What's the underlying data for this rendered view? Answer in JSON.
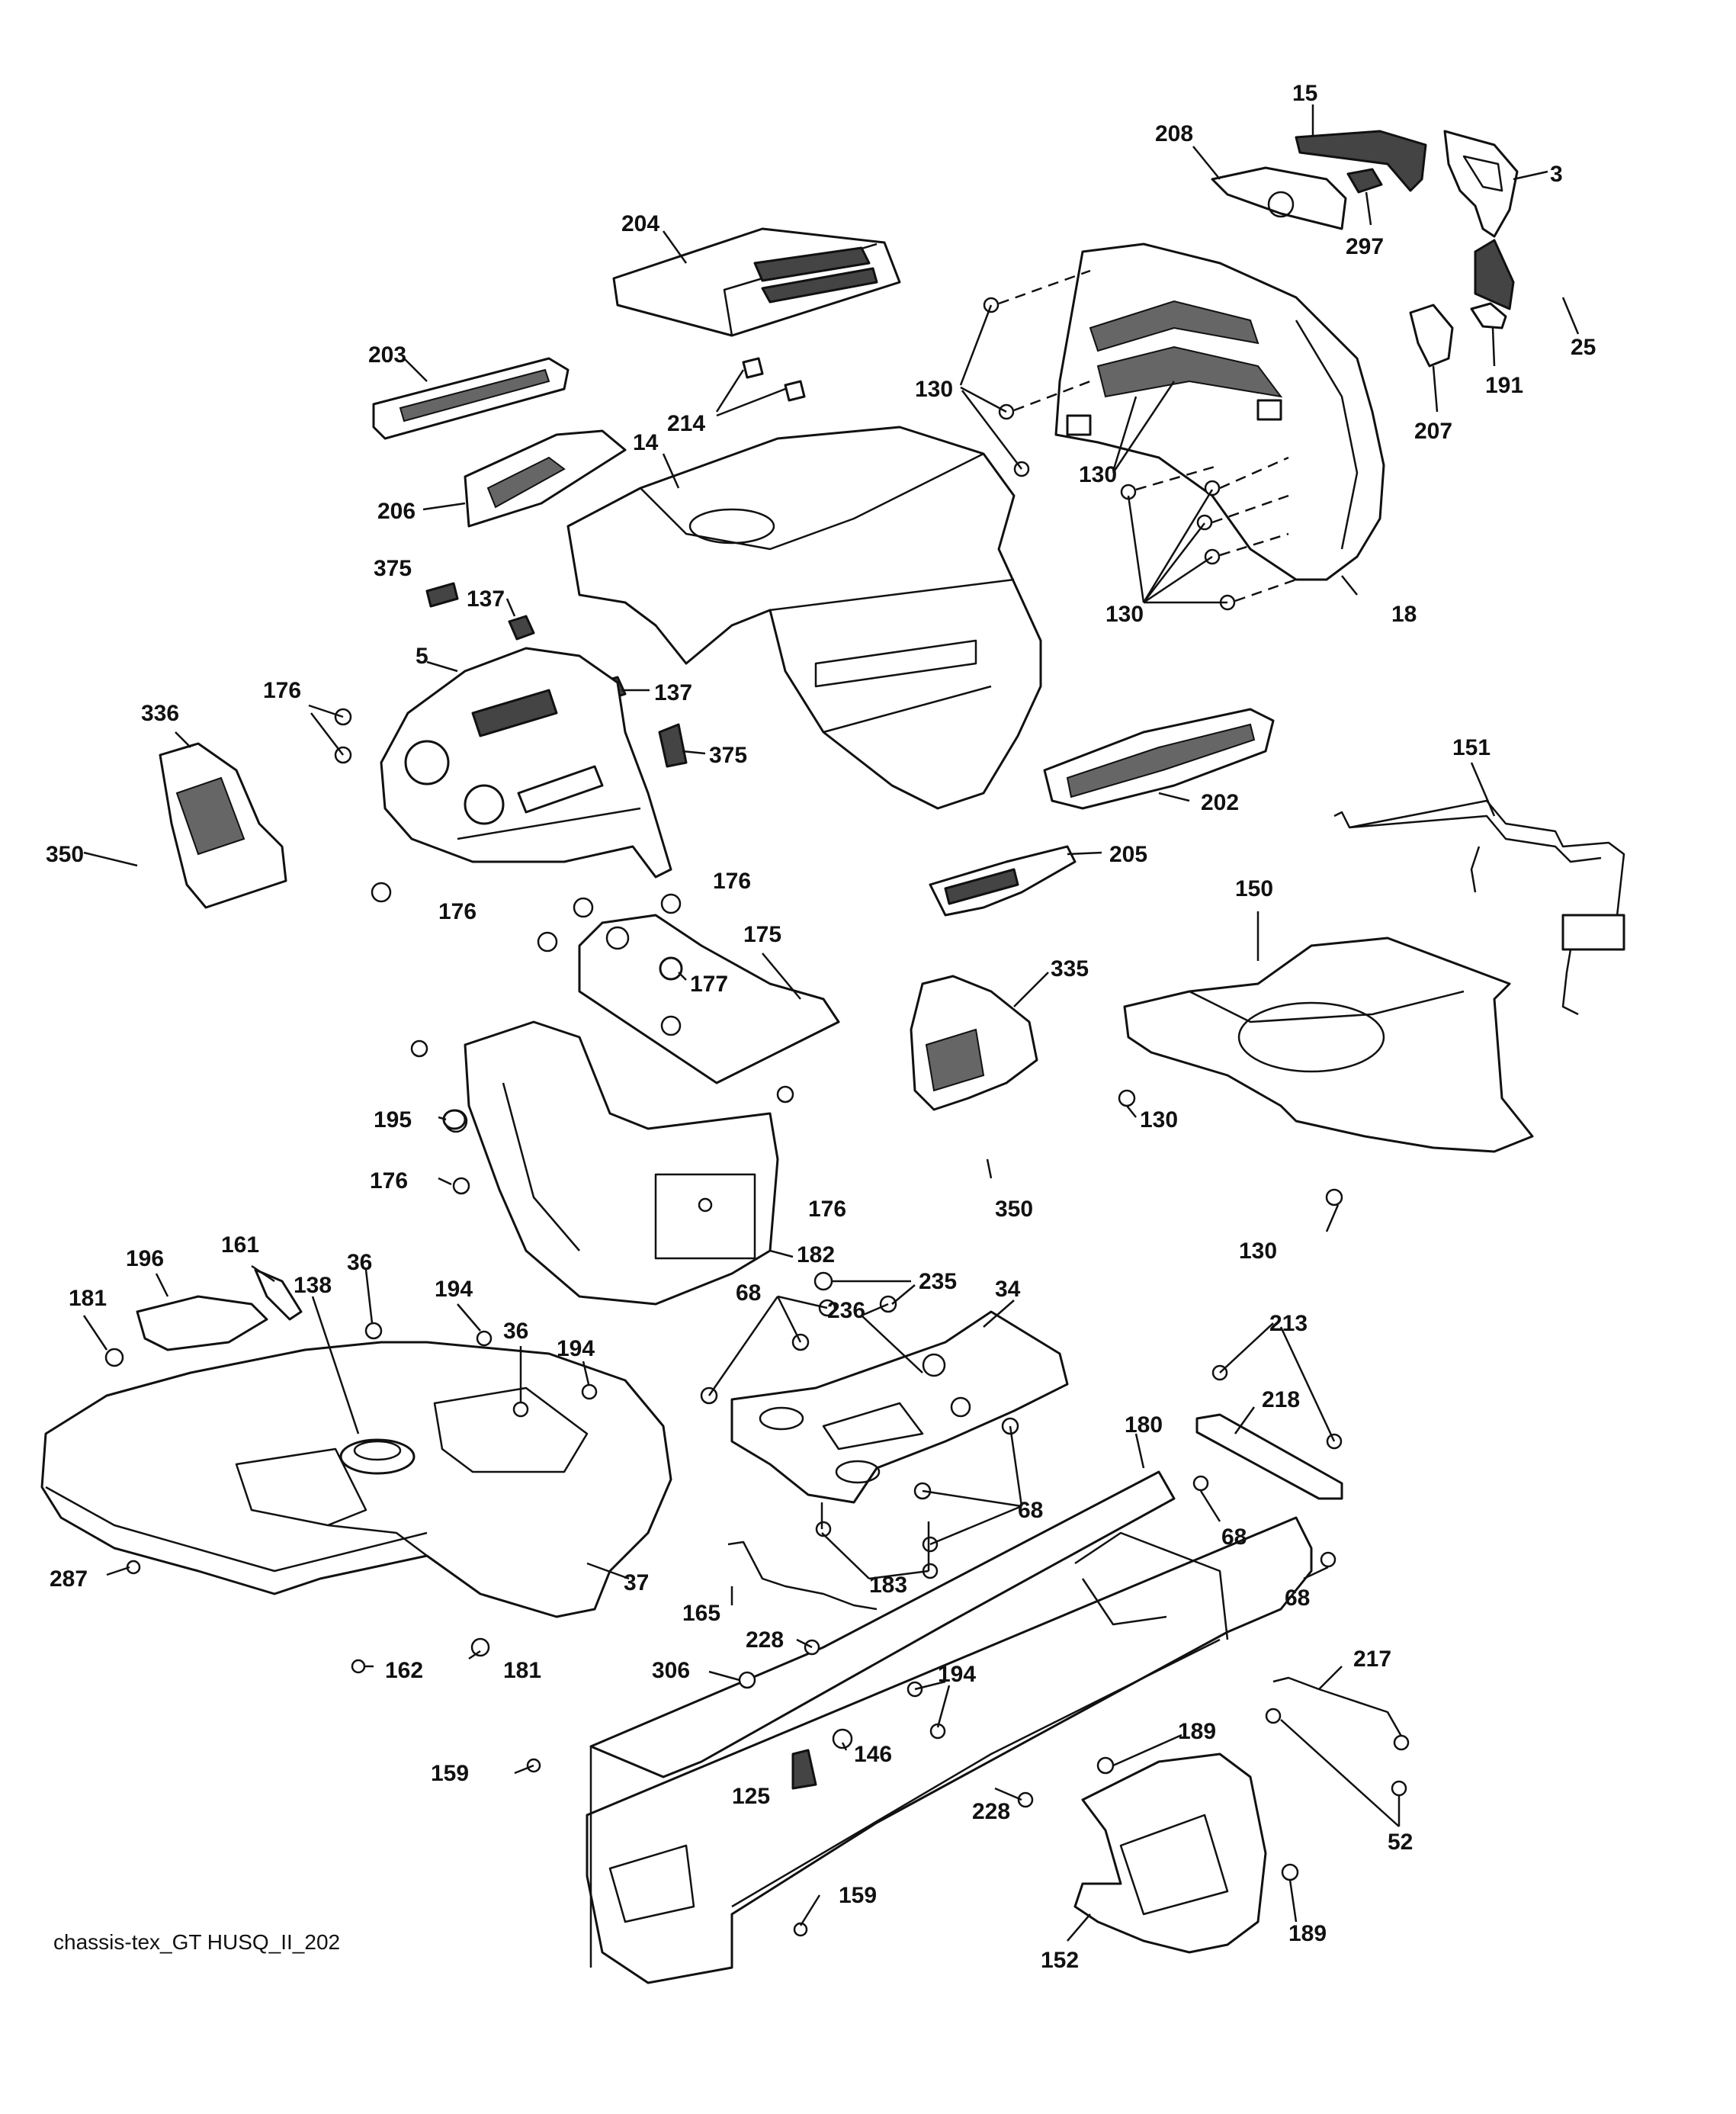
{
  "caption": "chassis-tex_GT HUSQ_II_202",
  "callouts": [
    "15",
    "208",
    "3",
    "297",
    "25",
    "204",
    "191",
    "207",
    "130",
    "203",
    "214",
    "14",
    "206",
    "18",
    "375",
    "137",
    "5",
    "176",
    "336",
    "350",
    "202",
    "151",
    "205",
    "150",
    "175",
    "177",
    "335",
    "195",
    "182",
    "161",
    "196",
    "36",
    "194",
    "235",
    "34",
    "68",
    "236",
    "213",
    "218",
    "138",
    "181",
    "180",
    "287",
    "37",
    "183",
    "165",
    "228",
    "306",
    "217",
    "146",
    "189",
    "159",
    "125",
    "52",
    "152",
    "162"
  ]
}
